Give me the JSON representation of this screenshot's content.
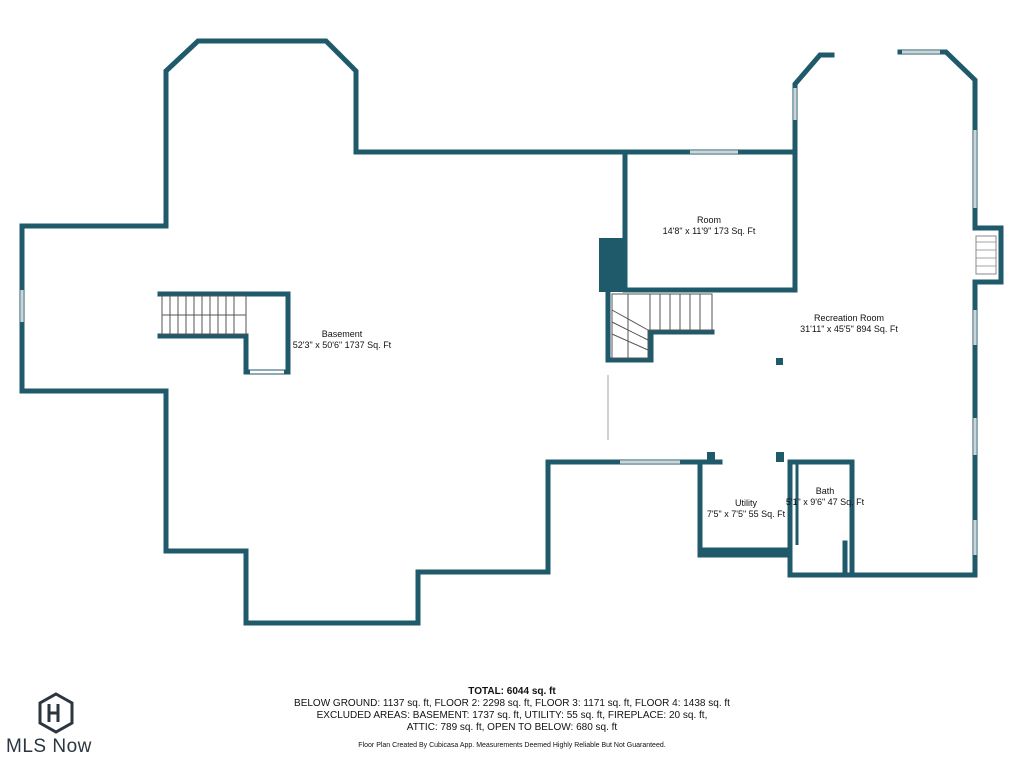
{
  "colors": {
    "wall": "#1f5a6b",
    "logo": "#2b3640",
    "background": "#ffffff"
  },
  "rooms": [
    {
      "id": "basement",
      "name": "Basement",
      "dims": "52'3\" x 50'6\" 1737 Sq. Ft"
    },
    {
      "id": "room",
      "name": "Room",
      "dims": "14'8\" x 11'9\" 173 Sq. Ft"
    },
    {
      "id": "recreation",
      "name": "Recreation Room",
      "dims": "31'11\" x 45'5\" 894 Sq. Ft"
    },
    {
      "id": "utility",
      "name": "Utility",
      "dims": "7'5\" x 7'5\" 55 Sq. Ft"
    },
    {
      "id": "bath",
      "name": "Bath",
      "dims": "5'1\" x 9'6\" 47 Sq. Ft"
    }
  ],
  "summary": {
    "total": "TOTAL: 6044 sq. ft",
    "line1": "BELOW GROUND: 1137 sq. ft, FLOOR 2: 2298 sq. ft, FLOOR 3: 1171 sq. ft, FLOOR 4: 1438 sq. ft",
    "line2": "EXCLUDED AREAS: BASEMENT: 1737 sq. ft, UTILITY: 55 sq. ft, FIREPLACE: 20 sq. ft,",
    "line3": "ATTIC: 789 sq. ft, OPEN TO BELOW: 680 sq. ft"
  },
  "disclaimer": "Floor Plan Created By Cubicasa App. Measurements Deemed Highly Reliable But Not Guaranteed.",
  "logo": {
    "text": "MLS Now",
    "icon": "mls-now-logo-icon"
  }
}
